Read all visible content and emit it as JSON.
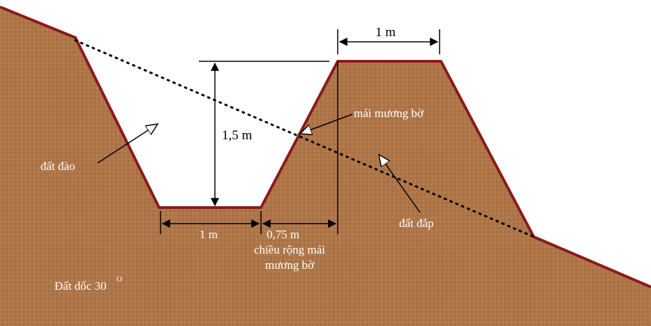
{
  "colors": {
    "soil": "#ad7548",
    "soil_outline": "#8b1a1a",
    "void": "#ffffff",
    "dim_line": "#000000",
    "label_on_soil": "#ffffff"
  },
  "labels": {
    "top_width": "1 m",
    "depth": "1,5 m",
    "bottom_width": "1 m",
    "slope_width": "0,75 m",
    "slope_width_caption_1": "chiều rộng mái",
    "slope_width_caption_2": "mương bờ",
    "bank_slope": "mái mương bờ",
    "excavated_soil": "đất đào",
    "filled_soil": "đất đắp",
    "slope_ground": "Đất dốc 30",
    "slope_ground_degree": "O"
  }
}
